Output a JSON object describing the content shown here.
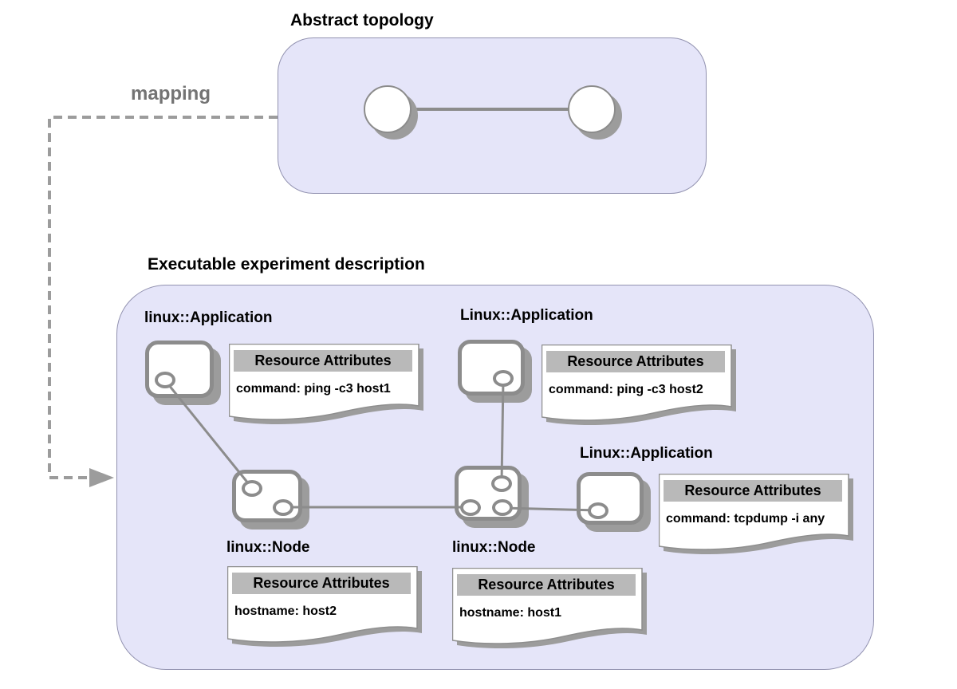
{
  "titles": {
    "abstract_topology": "Abstract topology",
    "mapping": "mapping",
    "executable": "Executable experiment description"
  },
  "abstract_topology": {
    "node_count": 2,
    "link_count": 1
  },
  "applications": [
    {
      "label": "linux::Application",
      "note_title": "Resource Attributes",
      "note_body": "command: ping -c3 host1"
    },
    {
      "label": "Linux::Application",
      "note_title": "Resource Attributes",
      "note_body": "command: ping -c3 host2"
    },
    {
      "label": "Linux::Application",
      "note_title": "Resource Attributes",
      "note_body": "command: tcpdump -i any"
    }
  ],
  "nodes": [
    {
      "label": "linux::Node",
      "note_title": "Resource Attributes",
      "note_body": "hostname: host2"
    },
    {
      "label": "linux::Node",
      "note_title": "Resource Attributes",
      "note_body": "hostname: host1"
    }
  ],
  "colors": {
    "panel_fill": "#e5e5f9",
    "panel_border": "#9292b0",
    "stroke_gray": "#8c8c8c",
    "shadow_gray": "#9c9c9c",
    "note_header_fill": "#b9b9b9",
    "mapping_text": "#747474"
  }
}
